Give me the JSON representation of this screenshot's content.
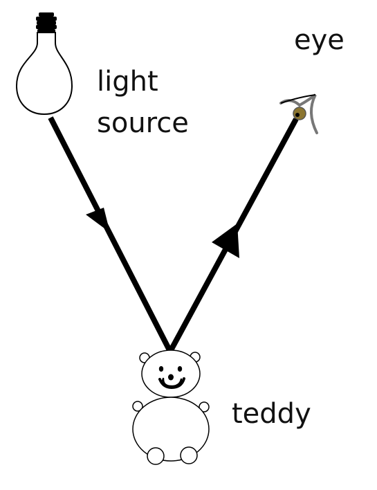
{
  "labels": {
    "light_line1": "light",
    "light_line2": "source",
    "eye": "eye",
    "teddy": "teddy"
  },
  "icons": {
    "source": "light-bulb-icon",
    "observer": "eye-icon",
    "object": "teddy-bear-icon"
  },
  "colors": {
    "ray": "#000000",
    "iris": "#8b7530",
    "eye_outline": "#777777"
  }
}
